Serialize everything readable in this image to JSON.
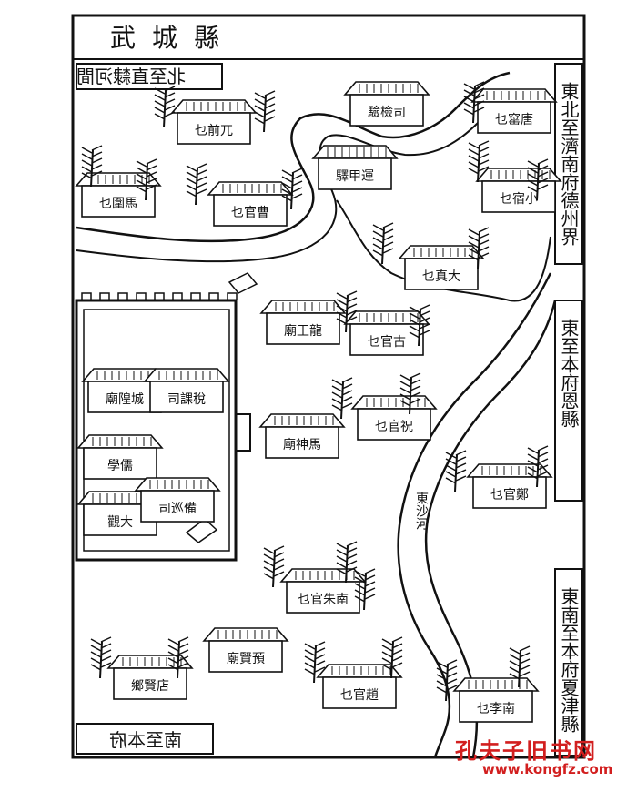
{
  "title": "武城縣",
  "corners": {
    "north": "北至直隸河間",
    "south": "南至本府",
    "northeast": "東北至濟南府德州界",
    "east": "東至本府恩縣",
    "southeast": "東南至本府夏津縣"
  },
  "river_label": "東沙河",
  "buildings": [
    {
      "id": "yuanqian",
      "label": "乜前兀"
    },
    {
      "id": "jianyan",
      "label": "驗檢司"
    },
    {
      "id": "dangyao",
      "label": "乜窰唐"
    },
    {
      "id": "madian",
      "label": "乜圍馬"
    },
    {
      "id": "caoguan",
      "label": "乜官曹"
    },
    {
      "id": "yunsi",
      "label": "驛甲運"
    },
    {
      "id": "xiaosu",
      "label": "乜宿小"
    },
    {
      "id": "dazhen",
      "label": "乜真大"
    },
    {
      "id": "longwang",
      "label": "廟王龍"
    },
    {
      "id": "guguan",
      "label": "乜官古"
    },
    {
      "id": "chenghuang",
      "label": "廟隍城"
    },
    {
      "id": "yuke",
      "label": "司課稅"
    },
    {
      "id": "ruxue",
      "label": "學儒"
    },
    {
      "id": "zhiguan",
      "label": "乜官祝"
    },
    {
      "id": "mashen",
      "label": "廟神馬"
    },
    {
      "id": "daguan",
      "label": "觀大"
    },
    {
      "id": "bingxiang",
      "label": "司巡備"
    },
    {
      "id": "zhengguan",
      "label": "乜官鄭"
    },
    {
      "id": "nanzhu",
      "label": "乜官朱南"
    },
    {
      "id": "yuxian",
      "label": "廟賢預"
    },
    {
      "id": "juxian",
      "label": "鄉賢店"
    },
    {
      "id": "zhaoguan",
      "label": "乜官趙"
    },
    {
      "id": "nanli",
      "label": "乜李南"
    }
  ],
  "watermark": {
    "line1": "孔夫子旧书网",
    "line2": "www.kongfz.com"
  }
}
